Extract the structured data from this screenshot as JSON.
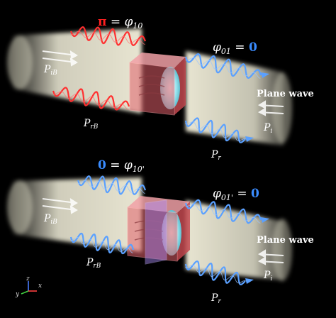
{
  "top": {
    "eq_left": {
      "pi": "π",
      "eq": " = ",
      "phi": "φ",
      "sub": "10"
    },
    "eq_right": {
      "phi": "φ",
      "sub": "01",
      "eq": " = ",
      "zero": "0"
    },
    "p_ib": {
      "p": "P",
      "sub": "iB"
    },
    "p_rb": {
      "p": "P",
      "sub": "rB"
    },
    "plane_wave": "Plane wave",
    "p_i": {
      "p": "P",
      "sub": "i"
    },
    "p_r": {
      "p": "P",
      "sub": "r"
    }
  },
  "bottom": {
    "eq_left": {
      "zero": "0",
      "eq": " = ",
      "phi": "φ",
      "sub": "10'"
    },
    "eq_right": {
      "phi": "φ",
      "sub": "01'",
      "eq": " = ",
      "zero": "0"
    },
    "p_ib": {
      "p": "P",
      "sub": "iB"
    },
    "p_rb": {
      "p": "P",
      "sub": "rB"
    },
    "plane_wave": "Plane wave",
    "p_i": {
      "p": "P",
      "sub": "i"
    },
    "p_r": {
      "p": "P",
      "sub": "r"
    }
  },
  "axes": {
    "z": "z",
    "y": "y",
    "x": "x"
  },
  "colors": {
    "red_wave": "#ff3030",
    "blue_wave": "#5aa0ff",
    "beam": "#f2efd8",
    "cube": "#e0606a",
    "disk": "#9ee6f0"
  }
}
